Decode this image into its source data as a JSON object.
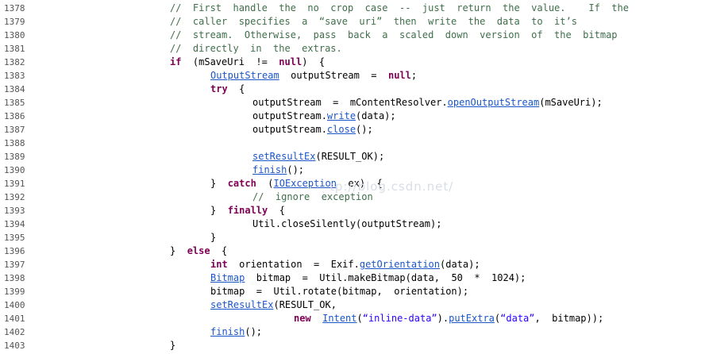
{
  "editor": {
    "watermark": "tp://blog.csdn.net/",
    "lines": [
      {
        "n": "1378",
        "indent": 0,
        "tokens": [
          {
            "t": "//  First  handle  the  no  crop  case  --  just  return  the  value.    If  the",
            "c": "cm"
          }
        ]
      },
      {
        "n": "1379",
        "indent": 0,
        "tokens": [
          {
            "t": "//  caller  specifies  a  “save  uri”  then  write  the  data  to  it’s",
            "c": "cm"
          }
        ]
      },
      {
        "n": "1380",
        "indent": 0,
        "tokens": [
          {
            "t": "//  stream.  Otherwise,  pass  back  a  scaled  down  version  of  the  bitmap",
            "c": "cm"
          }
        ]
      },
      {
        "n": "1381",
        "indent": 0,
        "tokens": [
          {
            "t": "//  directly  in  the  extras.",
            "c": "cm"
          }
        ]
      },
      {
        "n": "1382",
        "indent": 0,
        "tokens": [
          {
            "t": "if",
            "c": "kw"
          },
          {
            "t": "  (mSaveUri  !=  ",
            "c": ""
          },
          {
            "t": "null",
            "c": "kw"
          },
          {
            "t": ")  {",
            "c": ""
          }
        ]
      },
      {
        "n": "1383",
        "indent": 1,
        "tokens": [
          {
            "t": "OutputStream",
            "c": "lk"
          },
          {
            "t": "  outputStream  =  ",
            "c": ""
          },
          {
            "t": "null",
            "c": "kw"
          },
          {
            "t": ";",
            "c": ""
          }
        ]
      },
      {
        "n": "1384",
        "indent": 1,
        "tokens": [
          {
            "t": "try",
            "c": "kw"
          },
          {
            "t": "  {",
            "c": ""
          }
        ]
      },
      {
        "n": "1385",
        "indent": 2,
        "tokens": [
          {
            "t": "outputStream  =  mContentResolver.",
            "c": ""
          },
          {
            "t": "openOutputStream",
            "c": "lk"
          },
          {
            "t": "(mSaveUri);",
            "c": ""
          }
        ]
      },
      {
        "n": "1386",
        "indent": 2,
        "tokens": [
          {
            "t": "outputStream.",
            "c": ""
          },
          {
            "t": "write",
            "c": "lk"
          },
          {
            "t": "(data);",
            "c": ""
          }
        ]
      },
      {
        "n": "1387",
        "indent": 2,
        "tokens": [
          {
            "t": "outputStream.",
            "c": ""
          },
          {
            "t": "close",
            "c": "lk"
          },
          {
            "t": "();",
            "c": ""
          }
        ]
      },
      {
        "n": "1388",
        "indent": 2,
        "tokens": []
      },
      {
        "n": "1389",
        "indent": 2,
        "tokens": [
          {
            "t": "setResultEx",
            "c": "lk"
          },
          {
            "t": "(RESULT_OK);",
            "c": ""
          }
        ]
      },
      {
        "n": "1390",
        "indent": 2,
        "tokens": [
          {
            "t": "finish",
            "c": "lk"
          },
          {
            "t": "();",
            "c": ""
          }
        ]
      },
      {
        "n": "1391",
        "indent": 1,
        "tokens": [
          {
            "t": "}  ",
            "c": ""
          },
          {
            "t": "catch",
            "c": "kw"
          },
          {
            "t": "  (",
            "c": ""
          },
          {
            "t": "IOException",
            "c": "lk"
          },
          {
            "t": "  ex)  {",
            "c": ""
          }
        ]
      },
      {
        "n": "1392",
        "indent": 2,
        "tokens": [
          {
            "t": "//  ignore  exception",
            "c": "cm"
          }
        ]
      },
      {
        "n": "1393",
        "indent": 1,
        "tokens": [
          {
            "t": "}  ",
            "c": ""
          },
          {
            "t": "finally",
            "c": "kw"
          },
          {
            "t": "  {",
            "c": ""
          }
        ]
      },
      {
        "n": "1394",
        "indent": 2,
        "tokens": [
          {
            "t": "Util.closeSilently(outputStream);",
            "c": ""
          }
        ]
      },
      {
        "n": "1395",
        "indent": 1,
        "tokens": [
          {
            "t": "}",
            "c": ""
          }
        ]
      },
      {
        "n": "1396",
        "indent": 0,
        "tokens": [
          {
            "t": "}  ",
            "c": ""
          },
          {
            "t": "else",
            "c": "kw"
          },
          {
            "t": "  {",
            "c": ""
          }
        ]
      },
      {
        "n": "1397",
        "indent": 1,
        "tokens": [
          {
            "t": "int",
            "c": "kw"
          },
          {
            "t": "  orientation  =  Exif.",
            "c": ""
          },
          {
            "t": "getOrientation",
            "c": "lk"
          },
          {
            "t": "(data);",
            "c": ""
          }
        ]
      },
      {
        "n": "1398",
        "indent": 1,
        "tokens": [
          {
            "t": "Bitmap",
            "c": "lk"
          },
          {
            "t": "  bitmap  =  Util.makeBitmap(data,  50  *  1024);",
            "c": ""
          }
        ]
      },
      {
        "n": "1399",
        "indent": 1,
        "tokens": [
          {
            "t": "bitmap  =  Util.rotate(bitmap,  orientation);",
            "c": ""
          }
        ]
      },
      {
        "n": "1400",
        "indent": 1,
        "tokens": [
          {
            "t": "setResultEx",
            "c": "lk"
          },
          {
            "t": "(RESULT_OK,",
            "c": ""
          }
        ]
      },
      {
        "n": "1401",
        "indent": 3,
        "tokens": [
          {
            "t": "new",
            "c": "kw"
          },
          {
            "t": "  ",
            "c": ""
          },
          {
            "t": "Intent",
            "c": "lk"
          },
          {
            "t": "(",
            "c": ""
          },
          {
            "t": "“inline-data”",
            "c": "st"
          },
          {
            "t": ").",
            "c": ""
          },
          {
            "t": "putExtra",
            "c": "lk"
          },
          {
            "t": "(",
            "c": ""
          },
          {
            "t": "“data”",
            "c": "st"
          },
          {
            "t": ",  bitmap));",
            "c": ""
          }
        ]
      },
      {
        "n": "1402",
        "indent": 1,
        "tokens": [
          {
            "t": "finish",
            "c": "lk"
          },
          {
            "t": "();",
            "c": ""
          }
        ]
      },
      {
        "n": "1403",
        "indent": 0,
        "tokens": [
          {
            "t": "}",
            "c": ""
          }
        ]
      }
    ]
  }
}
